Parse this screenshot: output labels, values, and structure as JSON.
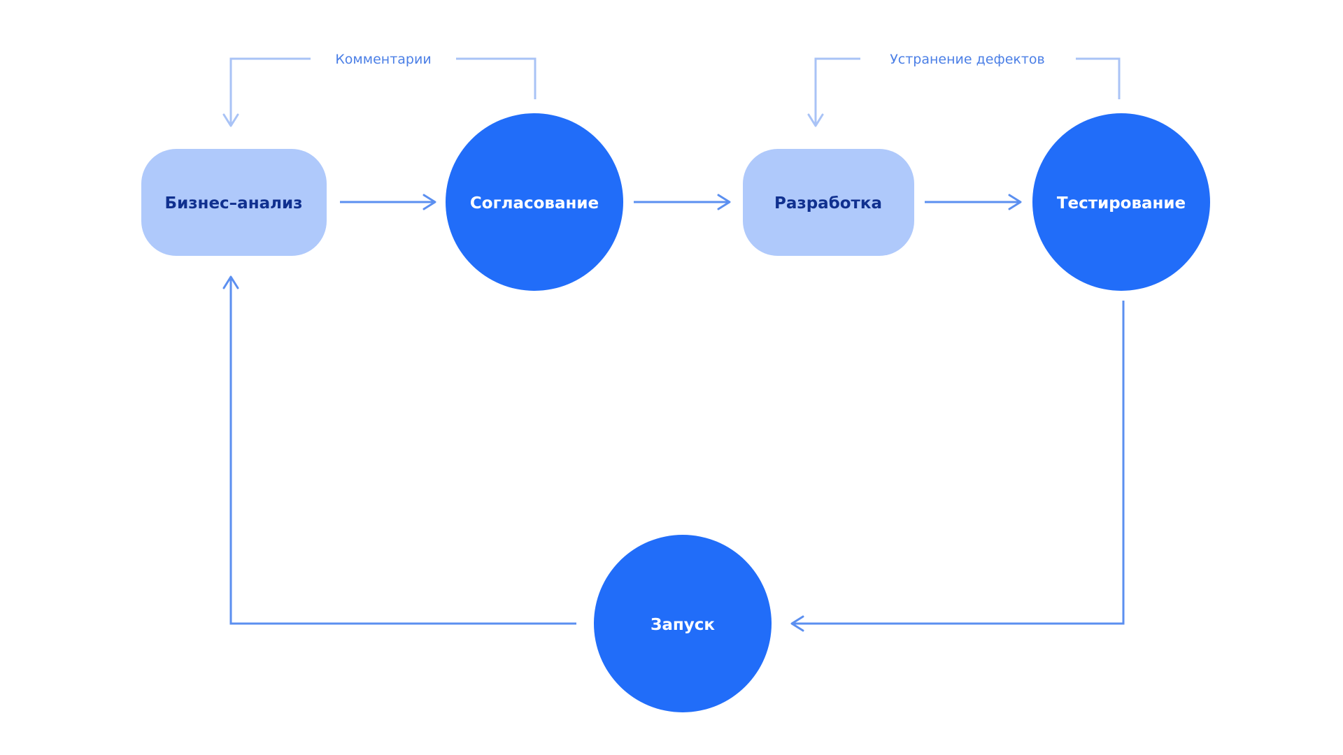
{
  "colors": {
    "background": "#ffffff",
    "circle_fill": "#216df9",
    "pill_fill": "#afc9fb",
    "pill_text": "#10308f",
    "circle_text": "#ffffff",
    "main_arrow": "#5b8ff0",
    "loop_arrow": "#a9c3f6",
    "loop_label": "#4b7fe6"
  },
  "nodes": {
    "business_analysis": {
      "label": "Бизнес–анализ",
      "shape": "rounded-rect"
    },
    "approval": {
      "label": "Согласование",
      "shape": "circle"
    },
    "development": {
      "label": "Разработка",
      "shape": "rounded-rect"
    },
    "testing": {
      "label": "Тестирование",
      "shape": "circle"
    },
    "launch": {
      "label": "Запуск",
      "shape": "circle"
    }
  },
  "feedback_loops": {
    "comments": {
      "label": "Комментарии",
      "from": "approval",
      "to": "business_analysis"
    },
    "defect_fix": {
      "label": "Устранение дефектов",
      "from": "testing",
      "to": "development"
    }
  },
  "flow": [
    {
      "from": "business_analysis",
      "to": "approval"
    },
    {
      "from": "approval",
      "to": "development"
    },
    {
      "from": "development",
      "to": "testing"
    },
    {
      "from": "testing",
      "to": "launch"
    },
    {
      "from": "launch",
      "to": "business_analysis"
    }
  ]
}
